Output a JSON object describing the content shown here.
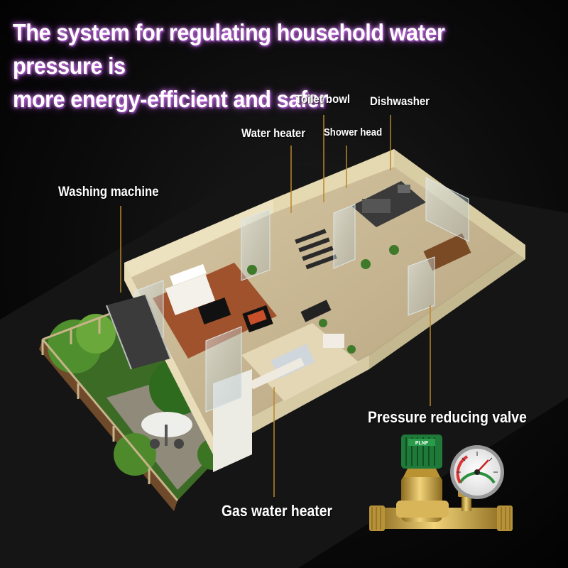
{
  "headline": {
    "line1": "The system for regulating household water pressure is",
    "line2": "more energy-efficient and safer"
  },
  "labels": {
    "toilet_bowl": "Toilet bowl",
    "dishwasher": "Dishwasher",
    "water_heater": "Water heater",
    "shower_head": "Shower head",
    "washing_machine": "Washing machine",
    "pressure_reducing_valve": "Pressure reducing valve",
    "gas_water_heater": "Gas water heater"
  },
  "valve": {
    "cap_text": "PLNF"
  },
  "colors": {
    "background": "#000000",
    "headline_glow": "#d98cff",
    "label_text": "#ffffff",
    "leader_line": "#b8862d",
    "house_wall": "#e8ddb8",
    "floor_wood": "#a0522d",
    "floor_tile": "#c8b89a",
    "garden": "#3d7a2a",
    "brass": "#c9a646"
  }
}
